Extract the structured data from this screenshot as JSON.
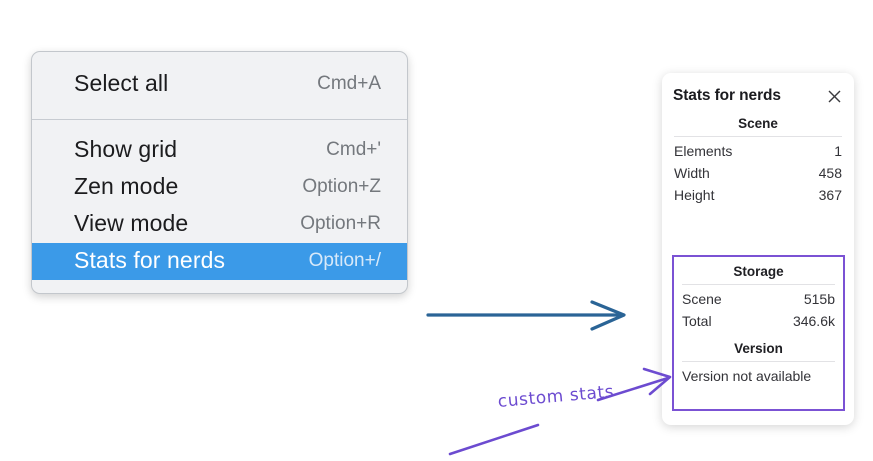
{
  "context_menu": {
    "groups": [
      {
        "items": [
          {
            "label": "Select all",
            "shortcut": "Cmd+A",
            "selected": false
          }
        ]
      },
      {
        "items": [
          {
            "label": "Show grid",
            "shortcut": "Cmd+'",
            "selected": false
          },
          {
            "label": "Zen mode",
            "shortcut": "Option+Z",
            "selected": false
          },
          {
            "label": "View mode",
            "shortcut": "Option+R",
            "selected": false
          },
          {
            "label": "Stats for nerds",
            "shortcut": "Option+/",
            "selected": true
          }
        ]
      }
    ]
  },
  "stats_panel": {
    "title": "Stats for nerds",
    "close_icon": "close-icon",
    "sections": [
      {
        "title": "Scene",
        "rows": [
          {
            "label": "Elements",
            "value": "1"
          },
          {
            "label": "Width",
            "value": "458"
          },
          {
            "label": "Height",
            "value": "367"
          }
        ]
      },
      {
        "title": "Storage",
        "rows": [
          {
            "label": "Scene",
            "value": "515b"
          },
          {
            "label": "Total",
            "value": "346.6k"
          }
        ]
      },
      {
        "title": "Version",
        "rows": [
          {
            "label": "Version not available",
            "value": ""
          }
        ]
      }
    ]
  },
  "annotations": {
    "custom_stats_label": "custom stats",
    "blue_arrow_color": "#2a6496",
    "purple_color": "#6c4bd0",
    "highlight_border_color": "#7b52d4"
  },
  "colors": {
    "menu_background": "#f1f2f4",
    "menu_border": "#c3c7cc",
    "selection_blue": "#3b9ae8",
    "shortcut_gray": "#74787d",
    "panel_background": "#ffffff",
    "page_background": "#ffffff"
  }
}
